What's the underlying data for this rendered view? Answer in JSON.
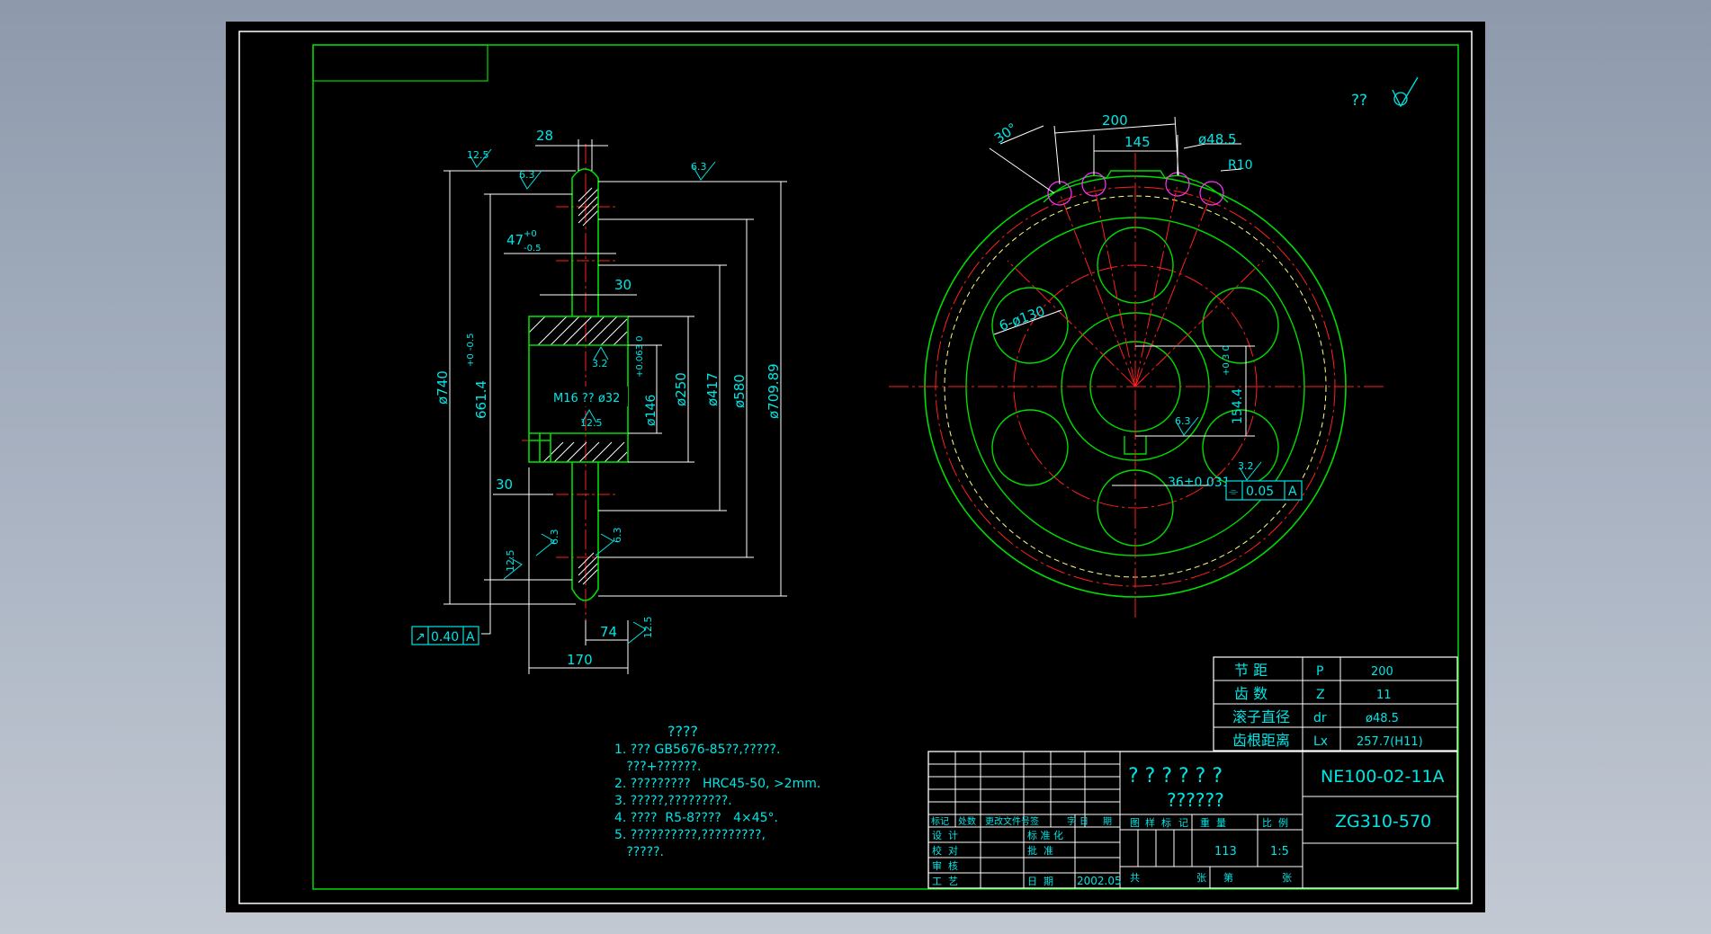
{
  "drawing": {
    "roughness_label": "??",
    "section_dims": {
      "d28": "28",
      "d47": "47",
      "d47_tol_upper": "+0",
      "d47_tol_lower": "-0.5",
      "d30_upper": "30",
      "d30_lower": "30",
      "d74": "74",
      "d170": "170",
      "phi740": "ø740",
      "d661": "661.4",
      "d661_tol": "+0 -0.5",
      "phi146": "ø146",
      "phi146_tol": "+0.063 0",
      "phi250": "ø250",
      "phi417": "ø417",
      "phi580": "ø580",
      "phi709": "ø709.89",
      "thread": "M16 ?? ø32"
    },
    "roughness_marks": [
      "12.5",
      "6.3",
      "6.3",
      "3.2",
      "12.5",
      "6.3",
      "6.3",
      "12.5",
      "12.5",
      "6.3",
      "3.2"
    ],
    "runout_tolerance": {
      "symbol": "↗",
      "value": "0.40",
      "datum": "A"
    },
    "front_dims": {
      "d200": "200",
      "d145": "145",
      "angle30": "30°",
      "phi48": "ø48.5",
      "r10": "R10",
      "holes": "6-ø130",
      "d154": "154.4",
      "d154_tol": "+0.3 0",
      "key": "36±0.031"
    },
    "symmetry_tolerance": {
      "symbol": "⌯",
      "value": "0.05",
      "datum": "A"
    },
    "notes": {
      "title": "????",
      "lines": [
        "1. ??? GB5676-85??,?????.",
        "   ???+??????.",
        "2. ?????????   HRC45-50, >2mm.",
        "3. ?????,?????????.",
        "4. ????  R5-8????   4×45°.",
        "5. ??????????,?????????,",
        "   ?????."
      ]
    },
    "params_table": [
      {
        "name": "节  距",
        "sym": "P",
        "val": "200"
      },
      {
        "name": "齿  数",
        "sym": "Z",
        "val": "11"
      },
      {
        "name": "滚子直径",
        "sym": "dr",
        "val": "ø48.5"
      },
      {
        "name": "齿根距离",
        "sym": "Lx",
        "val": "257.7(H11)"
      }
    ],
    "title_block": {
      "part_name_line1": "? ? ? ? ? ?",
      "part_name_line2": "??????",
      "drawing_no": "NE100-02-11A",
      "material": "ZG310-570",
      "rev_headers": [
        "标记",
        "处数",
        "更改文件号",
        "签",
        "字",
        "日",
        "期"
      ],
      "row_design": "设  计",
      "row_check": "校  对",
      "row_review": "审  核",
      "row_process": "工  艺",
      "std": "标 准 化",
      "approve": "批  准",
      "date_label": "日  期",
      "date": "2002.05",
      "stage_headers": [
        "图",
        "样",
        "标",
        "记",
        "重  量",
        "比  例"
      ],
      "weight": "113",
      "scale": "1:5",
      "total_label": "共",
      "sheet_label": "张",
      "page_label": "第",
      "page_sheet_label": "张"
    }
  }
}
